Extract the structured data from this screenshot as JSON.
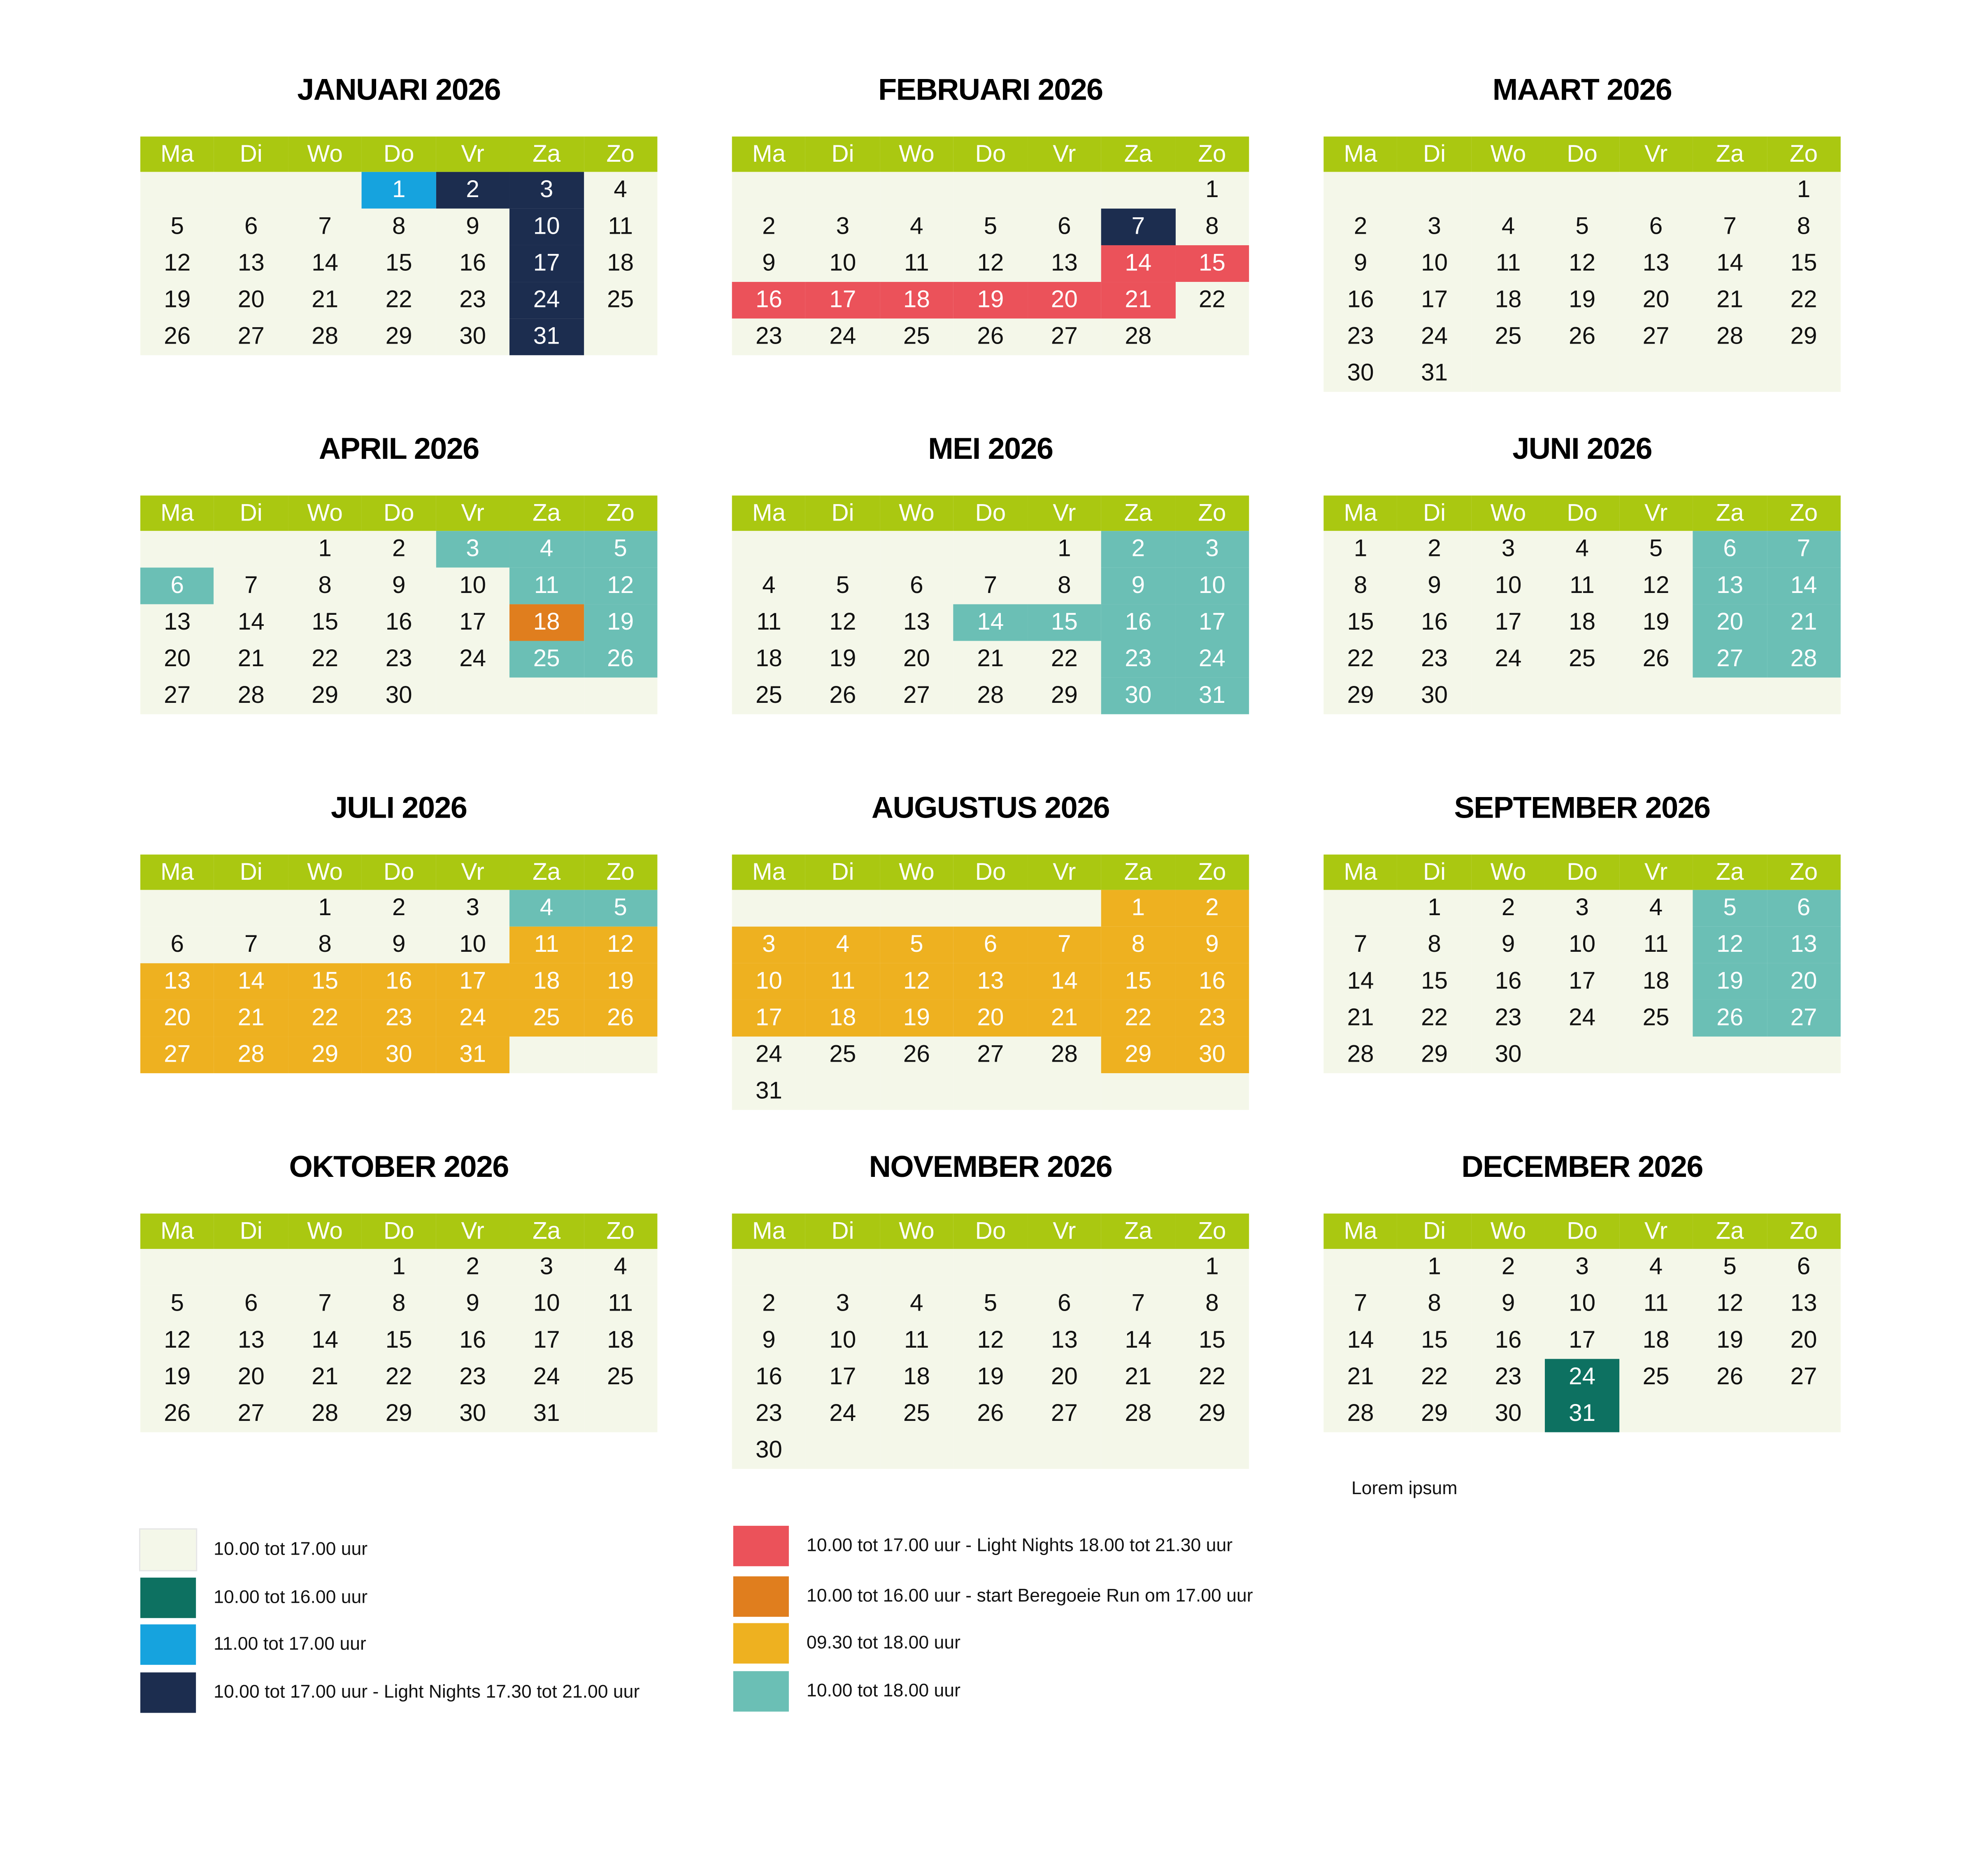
{
  "weekdays": [
    "Ma",
    "Di",
    "Wo",
    "Do",
    "Vr",
    "Za",
    "Zo"
  ],
  "colors": {
    "header": "#aac811",
    "default": "#f4f7e9",
    "navy": "#1c2d4f",
    "blue": "#16a3de",
    "red": "#eb525a",
    "orange": "#e07e1e",
    "yellow": "#eeb120",
    "teal": "#6bbfb5",
    "darkgreen": "#0d7161"
  },
  "months": [
    {
      "title": "JANUARI 2026",
      "start": 3,
      "days": 31,
      "highlights": {
        "1": "blue",
        "2": "navy",
        "3": "navy",
        "10": "navy",
        "17": "navy",
        "24": "navy",
        "31": "navy"
      }
    },
    {
      "title": "FEBRUARI 2026",
      "start": 6,
      "days": 28,
      "highlights": {
        "7": "navy",
        "14": "red",
        "15": "red",
        "16": "red",
        "17": "red",
        "18": "red",
        "19": "red",
        "20": "red",
        "21": "red"
      }
    },
    {
      "title": "MAART 2026",
      "start": 6,
      "days": 31,
      "highlights": {}
    },
    {
      "title": "APRIL 2026",
      "start": 2,
      "days": 30,
      "highlights": {
        "3": "teal",
        "4": "teal",
        "5": "teal",
        "6": "teal",
        "11": "teal",
        "12": "teal",
        "18": "orange",
        "19": "teal",
        "25": "teal",
        "26": "teal"
      }
    },
    {
      "title": "MEI 2026",
      "start": 4,
      "days": 31,
      "highlights": {
        "2": "teal",
        "3": "teal",
        "9": "teal",
        "10": "teal",
        "14": "teal",
        "15": "teal",
        "16": "teal",
        "17": "teal",
        "23": "teal",
        "24": "teal",
        "30": "teal",
        "31": "teal"
      }
    },
    {
      "title": "JUNI 2026",
      "start": 0,
      "days": 30,
      "highlights": {
        "6": "teal",
        "7": "teal",
        "13": "teal",
        "14": "teal",
        "20": "teal",
        "21": "teal",
        "27": "teal",
        "28": "teal"
      }
    },
    {
      "title": "JULI 2026",
      "start": 2,
      "days": 31,
      "highlights": {
        "4": "teal",
        "5": "teal",
        "11": "yellow",
        "12": "yellow",
        "13": "yellow",
        "14": "yellow",
        "15": "yellow",
        "16": "yellow",
        "17": "yellow",
        "18": "yellow",
        "19": "yellow",
        "20": "yellow",
        "21": "yellow",
        "22": "yellow",
        "23": "yellow",
        "24": "yellow",
        "25": "yellow",
        "26": "yellow",
        "27": "yellow",
        "28": "yellow",
        "29": "yellow",
        "30": "yellow",
        "31": "yellow"
      }
    },
    {
      "title": "AUGUSTUS 2026",
      "start": 5,
      "days": 31,
      "highlights": {
        "1": "yellow",
        "2": "yellow",
        "3": "yellow",
        "4": "yellow",
        "5": "yellow",
        "6": "yellow",
        "7": "yellow",
        "8": "yellow",
        "9": "yellow",
        "10": "yellow",
        "11": "yellow",
        "12": "yellow",
        "13": "yellow",
        "14": "yellow",
        "15": "yellow",
        "16": "yellow",
        "17": "yellow",
        "18": "yellow",
        "19": "yellow",
        "20": "yellow",
        "21": "yellow",
        "22": "yellow",
        "23": "yellow",
        "29": "yellow",
        "30": "yellow"
      }
    },
    {
      "title": "SEPTEMBER 2026",
      "start": 1,
      "days": 30,
      "highlights": {
        "5": "teal",
        "6": "teal",
        "12": "teal",
        "13": "teal",
        "19": "teal",
        "20": "teal",
        "26": "teal",
        "27": "teal"
      }
    },
    {
      "title": "OKTOBER 2026",
      "start": 3,
      "days": 31,
      "highlights": {}
    },
    {
      "title": "NOVEMBER 2026",
      "start": 6,
      "days": 30,
      "highlights": {}
    },
    {
      "title": "DECEMBER 2026",
      "start": 1,
      "days": 31,
      "highlights": {
        "24": "darkgreen",
        "31": "darkgreen"
      }
    }
  ],
  "lorem": "Lorem ipsum",
  "legend": [
    {
      "color": "default",
      "label": "10.00 tot 17.00 uur"
    },
    {
      "color": "darkgreen",
      "label": "10.00 tot 16.00 uur"
    },
    {
      "color": "blue",
      "label": "11.00 tot 17.00 uur"
    },
    {
      "color": "navy",
      "label": "10.00 tot 17.00 uur - Light Nights 17.30 tot 21.00 uur"
    },
    {
      "color": "red",
      "label": "10.00 tot 17.00 uur - Light Nights 18.00 tot 21.30 uur"
    },
    {
      "color": "orange",
      "label": "10.00 tot 16.00 uur  - start Beregoeie Run om 17.00 uur"
    },
    {
      "color": "yellow",
      "label": "09.30 tot 18.00 uur"
    },
    {
      "color": "teal",
      "label": "10.00 tot 18.00 uur"
    }
  ]
}
